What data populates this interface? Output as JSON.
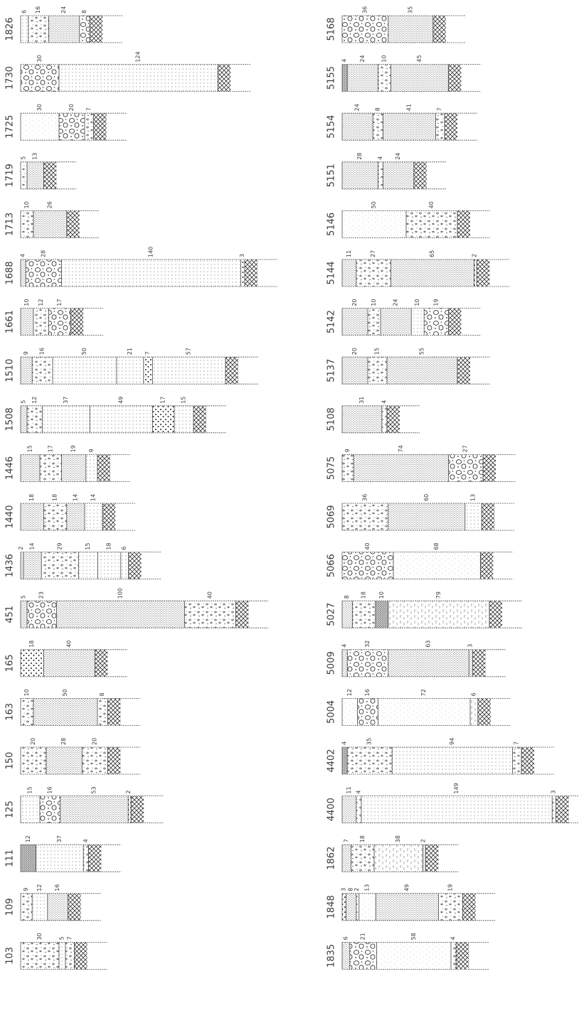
{
  "columns": [
    {
      "wells": [
        {
          "id": "1826",
          "layers": [
            {
              "t": 6,
              "lith": "sand",
              "label": "6"
            },
            {
              "t": 16,
              "lith": "gravel",
              "label": "16"
            },
            {
              "t": 24,
              "lith": "silt",
              "label": "24"
            },
            {
              "t": 8,
              "lith": "cobble",
              "label": "8"
            }
          ]
        },
        {
          "id": "1730",
          "layers": [
            {
              "t": 30,
              "lith": "cobble",
              "label": "30"
            },
            {
              "t": 124,
              "lith": "sand",
              "label": "124"
            }
          ]
        },
        {
          "id": "1725",
          "layers": [
            {
              "t": 30,
              "lith": "fine",
              "label": "30"
            },
            {
              "t": 20,
              "lith": "cobble",
              "label": "20"
            },
            {
              "t": 7,
              "lith": "gravel",
              "label": "7"
            }
          ]
        },
        {
          "id": "1719",
          "layers": [
            {
              "t": 5,
              "lith": "gravel",
              "label": "5"
            },
            {
              "t": 13,
              "lith": "silt",
              "label": "13"
            }
          ]
        },
        {
          "id": "1713",
          "layers": [
            {
              "t": 10,
              "lith": "gravel",
              "label": "10"
            },
            {
              "t": 26,
              "lith": "silt",
              "label": "26"
            }
          ]
        },
        {
          "id": "1688",
          "layers": [
            {
              "t": 4,
              "lith": "silt",
              "label": "4"
            },
            {
              "t": 28,
              "lith": "cobble",
              "label": "28"
            },
            {
              "t": 140,
              "lith": "sand",
              "label": "140"
            },
            {
              "t": 3,
              "lith": "darkgravel",
              "label": "3"
            }
          ]
        },
        {
          "id": "1661",
          "layers": [
            {
              "t": 10,
              "lith": "silt",
              "label": "10"
            },
            {
              "t": 12,
              "lith": "gravel",
              "label": "12"
            },
            {
              "t": 17,
              "lith": "cobble",
              "label": "17"
            }
          ]
        },
        {
          "id": "1510",
          "layers": [
            {
              "t": 9,
              "lith": "silt",
              "label": "9"
            },
            {
              "t": 16,
              "lith": "gravel",
              "label": "16"
            },
            {
              "t": 50,
              "lith": "sand",
              "label": "50"
            },
            {
              "t": 21,
              "lith": "sand",
              "label": "21"
            },
            {
              "t": 7,
              "lith": "darkgravel",
              "label": "7"
            },
            {
              "t": 57,
              "lith": "sand",
              "label": "57"
            }
          ]
        },
        {
          "id": "1508",
          "layers": [
            {
              "t": 5,
              "lith": "silt",
              "label": "5"
            },
            {
              "t": 12,
              "lith": "gravel",
              "label": "12"
            },
            {
              "t": 37,
              "lith": "sand",
              "label": "37"
            },
            {
              "t": 49,
              "lith": "sand",
              "label": "49"
            },
            {
              "t": 17,
              "lith": "darkgravel",
              "label": "17"
            },
            {
              "t": 15,
              "lith": "sand",
              "label": "15"
            }
          ]
        },
        {
          "id": "1446",
          "layers": [
            {
              "t": 15,
              "lith": "silt",
              "label": "15"
            },
            {
              "t": 17,
              "lith": "gravel",
              "label": "17"
            },
            {
              "t": 19,
              "lith": "silt",
              "label": "19"
            },
            {
              "t": 9,
              "lith": "sand",
              "label": "9"
            }
          ]
        },
        {
          "id": "1440",
          "layers": [
            {
              "t": 18,
              "lith": "silt",
              "label": "18"
            },
            {
              "t": 18,
              "lith": "gravel",
              "label": "18"
            },
            {
              "t": 14,
              "lith": "silt",
              "label": "14"
            },
            {
              "t": 14,
              "lith": "sand",
              "label": "14"
            }
          ]
        },
        {
          "id": "1436",
          "layers": [
            {
              "t": 2,
              "lith": "silt",
              "label": "2"
            },
            {
              "t": 14,
              "lith": "silt",
              "label": "14"
            },
            {
              "t": 29,
              "lith": "gravel",
              "label": "29"
            },
            {
              "t": 15,
              "lith": "sand",
              "label": "15"
            },
            {
              "t": 18,
              "lith": "sand",
              "label": "18"
            },
            {
              "t": 6,
              "lith": "sand",
              "label": "6"
            }
          ]
        },
        {
          "id": "451",
          "layers": [
            {
              "t": 5,
              "lith": "silt",
              "label": "5"
            },
            {
              "t": 23,
              "lith": "cobble",
              "label": "23"
            },
            {
              "t": 100,
              "lith": "silt",
              "label": "100"
            },
            {
              "t": 40,
              "lith": "gravel",
              "label": "40"
            }
          ]
        },
        {
          "id": "165",
          "layers": [
            {
              "t": 18,
              "lith": "darkgravel",
              "label": "18"
            },
            {
              "t": 40,
              "lith": "silt",
              "label": "40"
            }
          ]
        },
        {
          "id": "163",
          "layers": [
            {
              "t": 10,
              "lith": "gravel",
              "label": "10"
            },
            {
              "t": 50,
              "lith": "silt",
              "label": "50"
            },
            {
              "t": 8,
              "lith": "gravel",
              "label": "8"
            }
          ]
        },
        {
          "id": "150",
          "layers": [
            {
              "t": 20,
              "lith": "gravel",
              "label": "20"
            },
            {
              "t": 28,
              "lith": "silt",
              "label": "28"
            },
            {
              "t": 20,
              "lith": "gravel",
              "label": "20"
            }
          ]
        },
        {
          "id": "125",
          "layers": [
            {
              "t": 15,
              "lith": "sand",
              "label": "15"
            },
            {
              "t": 16,
              "lith": "cobble",
              "label": "16"
            },
            {
              "t": 53,
              "lith": "silt",
              "label": "53"
            },
            {
              "t": 2,
              "lith": "darkgravel",
              "label": "2"
            }
          ]
        },
        {
          "id": "111",
          "layers": [
            {
              "t": 12,
              "lith": "dense",
              "label": "12"
            },
            {
              "t": 37,
              "lith": "sand",
              "label": "37"
            },
            {
              "t": 4,
              "lith": "gravel",
              "label": "4"
            }
          ]
        },
        {
          "id": "109",
          "layers": [
            {
              "t": 9,
              "lith": "gravel",
              "label": "9"
            },
            {
              "t": 12,
              "lith": "sand",
              "label": "12"
            },
            {
              "t": 16,
              "lith": "silt",
              "label": "16"
            }
          ]
        },
        {
          "id": "103",
          "layers": [
            {
              "t": 30,
              "lith": "gravel",
              "label": "30"
            },
            {
              "t": 5,
              "lith": "sand",
              "label": "5"
            },
            {
              "t": 7,
              "lith": "gravel",
              "label": "7"
            }
          ]
        }
      ]
    },
    {
      "wells": [
        {
          "id": "5168",
          "layers": [
            {
              "t": 36,
              "lith": "cobble",
              "label": "36"
            },
            {
              "t": 35,
              "lith": "silt",
              "label": "35"
            }
          ]
        },
        {
          "id": "5155",
          "layers": [
            {
              "t": 4,
              "lith": "dense",
              "label": "4"
            },
            {
              "t": 24,
              "lith": "silt",
              "label": "24"
            },
            {
              "t": 10,
              "lith": "gravel",
              "label": "10"
            },
            {
              "t": 45,
              "lith": "silt",
              "label": "45"
            }
          ]
        },
        {
          "id": "5154",
          "layers": [
            {
              "t": 24,
              "lith": "silt",
              "label": "24"
            },
            {
              "t": 8,
              "lith": "gravel",
              "label": "8"
            },
            {
              "t": 41,
              "lith": "silt",
              "label": "41"
            },
            {
              "t": 7,
              "lith": "gravel",
              "label": "7"
            }
          ]
        },
        {
          "id": "5151",
          "layers": [
            {
              "t": 28,
              "lith": "silt",
              "label": "28"
            },
            {
              "t": 4,
              "lith": "gravel",
              "label": "4"
            },
            {
              "t": 24,
              "lith": "silt",
              "label": "24"
            }
          ]
        },
        {
          "id": "5146",
          "layers": [
            {
              "t": 50,
              "lith": "fine",
              "label": "50"
            },
            {
              "t": 40,
              "lith": "gravel",
              "label": "40"
            }
          ]
        },
        {
          "id": "5144",
          "layers": [
            {
              "t": 11,
              "lith": "silt",
              "label": "11"
            },
            {
              "t": 27,
              "lith": "gravel",
              "label": "27"
            },
            {
              "t": 65,
              "lith": "silt",
              "label": "65"
            },
            {
              "t": 2,
              "lith": "darkgravel",
              "label": "2"
            }
          ]
        },
        {
          "id": "5142",
          "layers": [
            {
              "t": 20,
              "lith": "silt",
              "label": "20"
            },
            {
              "t": 10,
              "lith": "gravel",
              "label": "10"
            },
            {
              "t": 24,
              "lith": "silt",
              "label": "24"
            },
            {
              "t": 10,
              "lith": "sand",
              "label": "10"
            },
            {
              "t": 19,
              "lith": "cobble",
              "label": "19"
            }
          ]
        },
        {
          "id": "5137",
          "layers": [
            {
              "t": 20,
              "lith": "silt",
              "label": "20"
            },
            {
              "t": 15,
              "lith": "gravel",
              "label": "15"
            },
            {
              "t": 55,
              "lith": "silt",
              "label": "55"
            }
          ]
        },
        {
          "id": "5108",
          "layers": [
            {
              "t": 31,
              "lith": "silt",
              "label": "31"
            },
            {
              "t": 4,
              "lith": "gravel",
              "label": "4"
            }
          ]
        },
        {
          "id": "5075",
          "layers": [
            {
              "t": 9,
              "lith": "gravel",
              "label": "9"
            },
            {
              "t": 74,
              "lith": "silt",
              "label": "74"
            },
            {
              "t": 27,
              "lith": "cobble",
              "label": "27"
            }
          ]
        },
        {
          "id": "5069",
          "layers": [
            {
              "t": 36,
              "lith": "gravel",
              "label": "36"
            },
            {
              "t": 60,
              "lith": "silt",
              "label": "60"
            },
            {
              "t": 13,
              "lith": "sand",
              "label": "13"
            }
          ]
        },
        {
          "id": "5066",
          "layers": [
            {
              "t": 40,
              "lith": "cobble",
              "label": "40"
            },
            {
              "t": 68,
              "lith": "fine",
              "label": "68"
            }
          ]
        },
        {
          "id": "5027",
          "layers": [
            {
              "t": 8,
              "lith": "silt",
              "label": "8"
            },
            {
              "t": 18,
              "lith": "gravel",
              "label": "18"
            },
            {
              "t": 10,
              "lith": "dense",
              "label": "10"
            },
            {
              "t": 79,
              "lith": "dash",
              "label": "79"
            }
          ]
        },
        {
          "id": "5009",
          "layers": [
            {
              "t": 4,
              "lith": "silt",
              "label": "4"
            },
            {
              "t": 32,
              "lith": "cobble",
              "label": "32"
            },
            {
              "t": 63,
              "lith": "silt",
              "label": "63"
            },
            {
              "t": 3,
              "lith": "silt",
              "label": "3"
            }
          ]
        },
        {
          "id": "5004",
          "layers": [
            {
              "t": 12,
              "lith": "fine",
              "label": "12"
            },
            {
              "t": 16,
              "lith": "cobble",
              "label": "16"
            },
            {
              "t": 72,
              "lith": "fine",
              "label": "72"
            },
            {
              "t": 6,
              "lith": "dash",
              "label": "6"
            }
          ]
        },
        {
          "id": "4402",
          "layers": [
            {
              "t": 4,
              "lith": "dense",
              "label": "4"
            },
            {
              "t": 35,
              "lith": "gravel",
              "label": "35"
            },
            {
              "t": 94,
              "lith": "sand",
              "label": "94"
            },
            {
              "t": 7,
              "lith": "gravel",
              "label": "7"
            }
          ]
        },
        {
          "id": "4400",
          "layers": [
            {
              "t": 11,
              "lith": "silt",
              "label": "11"
            },
            {
              "t": 4,
              "lith": "gravel",
              "label": "4"
            },
            {
              "t": 149,
              "lith": "sand",
              "label": "149"
            },
            {
              "t": 3,
              "lith": "gravel",
              "label": "3"
            }
          ]
        },
        {
          "id": "1862",
          "layers": [
            {
              "t": 7,
              "lith": "silt",
              "label": "7"
            },
            {
              "t": 18,
              "lith": "gravel",
              "label": "18"
            },
            {
              "t": 38,
              "lith": "dash",
              "label": "38"
            },
            {
              "t": 2,
              "lith": "silt",
              "label": "2"
            }
          ]
        },
        {
          "id": "1848",
          "layers": [
            {
              "t": 3,
              "lith": "darkgravel",
              "label": "3"
            },
            {
              "t": 8,
              "lith": "silt",
              "label": "8"
            },
            {
              "t": 2,
              "lith": "gravel",
              "label": "2"
            },
            {
              "t": 13,
              "lith": "fine",
              "label": "13"
            },
            {
              "t": 49,
              "lith": "silt",
              "label": "49"
            },
            {
              "t": 19,
              "lith": "gravel",
              "label": "19"
            }
          ]
        },
        {
          "id": "1835",
          "layers": [
            {
              "t": 6,
              "lith": "silt",
              "label": "6"
            },
            {
              "t": 21,
              "lith": "cobble",
              "label": "21"
            },
            {
              "t": 58,
              "lith": "fine",
              "label": "58"
            },
            {
              "t": 4,
              "lith": "gravel",
              "label": "4"
            }
          ]
        }
      ]
    }
  ],
  "colors": {
    "ink": "#3a3a3a",
    "line": "#555555"
  }
}
